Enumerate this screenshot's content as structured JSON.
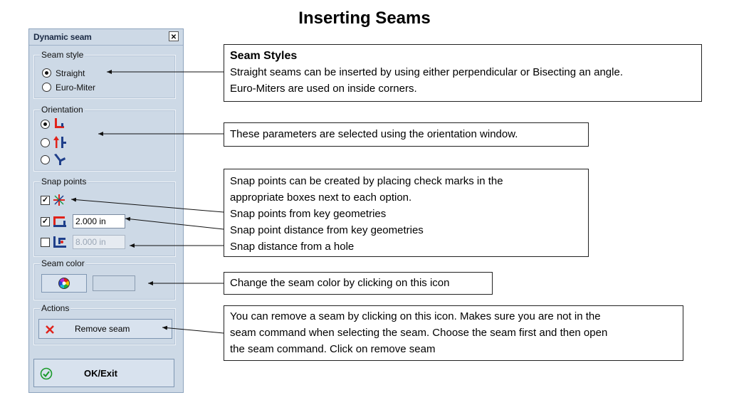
{
  "slide": {
    "title": "Inserting Seams"
  },
  "dialog": {
    "title": "Dynamic seam",
    "seam_style": {
      "label": "Seam style",
      "options": [
        {
          "label": "Straight",
          "selected": true
        },
        {
          "label": "Euro-Miter",
          "selected": false
        }
      ]
    },
    "orientation": {
      "label": "Orientation",
      "options": [
        {
          "icon": "perpendicular-icon",
          "selected": true
        },
        {
          "icon": "up-down-arrows-icon",
          "selected": false
        },
        {
          "icon": "bisect-angle-icon",
          "selected": false
        }
      ]
    },
    "snap_points": {
      "label": "Snap points",
      "items": [
        {
          "icon": "snap-key-geometry-icon",
          "checked": true
        },
        {
          "icon": "snap-distance-icon",
          "checked": true,
          "value": "2.000 in"
        },
        {
          "icon": "snap-hole-distance-icon",
          "checked": false,
          "value": "8.000 in"
        }
      ]
    },
    "seam_color": {
      "label": "Seam color",
      "picker_icon": "color-wheel-icon",
      "swatch_color": "#cdd9e6"
    },
    "actions": {
      "label": "Actions",
      "remove_label": "Remove seam",
      "remove_icon": "red-x-icon"
    },
    "ok_label": "OK/Exit",
    "ok_icon": "green-check-icon"
  },
  "callouts": {
    "seam_styles": {
      "heading": "Seam Styles",
      "lines": [
        "Straight seams can be inserted by using either perpendicular or Bisecting an angle.",
        "Euro-Miters are used on inside corners."
      ]
    },
    "orientation": {
      "lines": [
        "These parameters are selected using the orientation window."
      ]
    },
    "snap_points": {
      "lines": [
        "Snap points can be created by placing check marks in the",
        "appropriate boxes next to each option.",
        "Snap points from key geometries",
        "Snap point distance from key geometries",
        "Snap distance from a hole"
      ]
    },
    "seam_color": {
      "lines": [
        "Change the seam color by clicking on this icon"
      ]
    },
    "remove_seam": {
      "lines": [
        "You can remove a seam by clicking on this icon. Makes sure you are not in the",
        "seam command when selecting the seam. Choose the seam first and then open",
        "the seam command. Click on remove seam"
      ]
    }
  },
  "colors": {
    "dialog_bg": "#cdd9e6",
    "accent_red": "#e0231b",
    "accent_green": "#1a9a2a"
  }
}
